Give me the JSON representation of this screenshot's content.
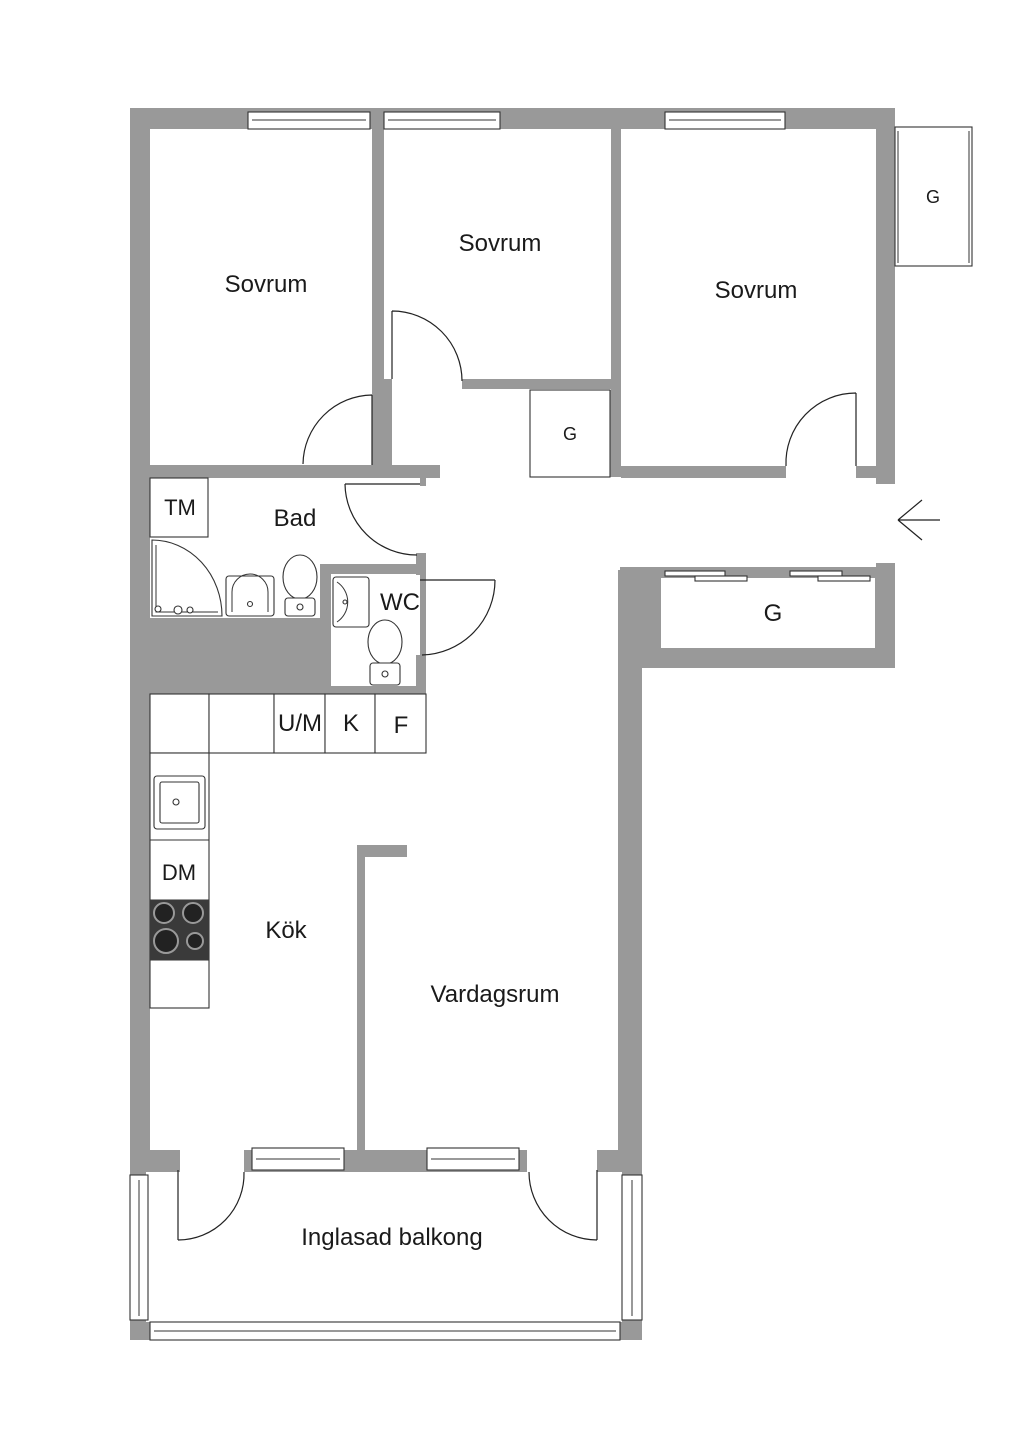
{
  "rooms": {
    "sovrum_1": "Sovrum",
    "sovrum_2": "Sovrum",
    "sovrum_3": "Sovrum",
    "bad": "Bad",
    "tm": "TM",
    "wc": "WC",
    "kok": "Kök",
    "vardagsrum": "Vardagsrum",
    "balkong": "Inglasad balkong",
    "garderob_exterior": "G",
    "garderob_hall": "G",
    "garderob_entry": "G"
  },
  "appliances": {
    "um": "U/M",
    "k": "K",
    "f": "F",
    "dm": "DM"
  },
  "colors": {
    "wall": "#999999",
    "line": "#222222",
    "background": "#ffffff"
  },
  "icons": [
    "entrance-arrow-icon",
    "door-swing-icon",
    "window-icon",
    "toilet-icon",
    "sink-icon",
    "shower-icon",
    "stove-icon"
  ]
}
